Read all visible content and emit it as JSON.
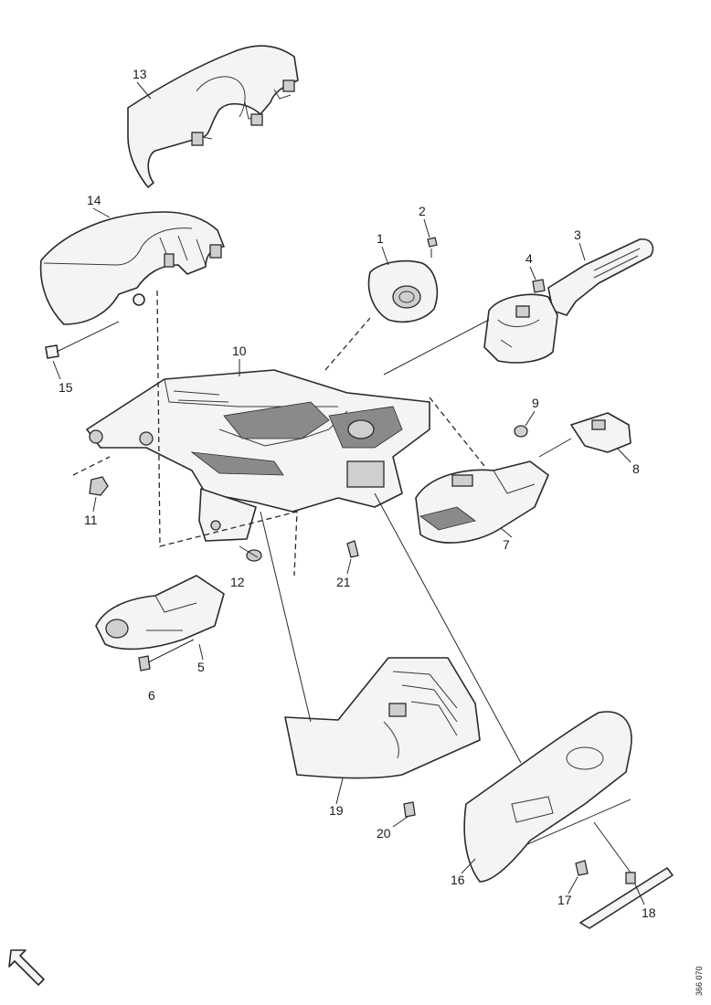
{
  "diagram": {
    "callouts": {
      "c1": "1",
      "c2": "2",
      "c3": "3",
      "c4": "4",
      "c5": "5",
      "c6": "6",
      "c7": "7",
      "c8": "8",
      "c9": "9",
      "c10": "10",
      "c11": "11",
      "c12": "12",
      "c13": "13",
      "c14": "14",
      "c15": "15",
      "c16": "16",
      "c17": "17",
      "c18": "18",
      "c19": "19",
      "c20": "20",
      "c21": "21"
    },
    "reference_code": "366 070"
  }
}
